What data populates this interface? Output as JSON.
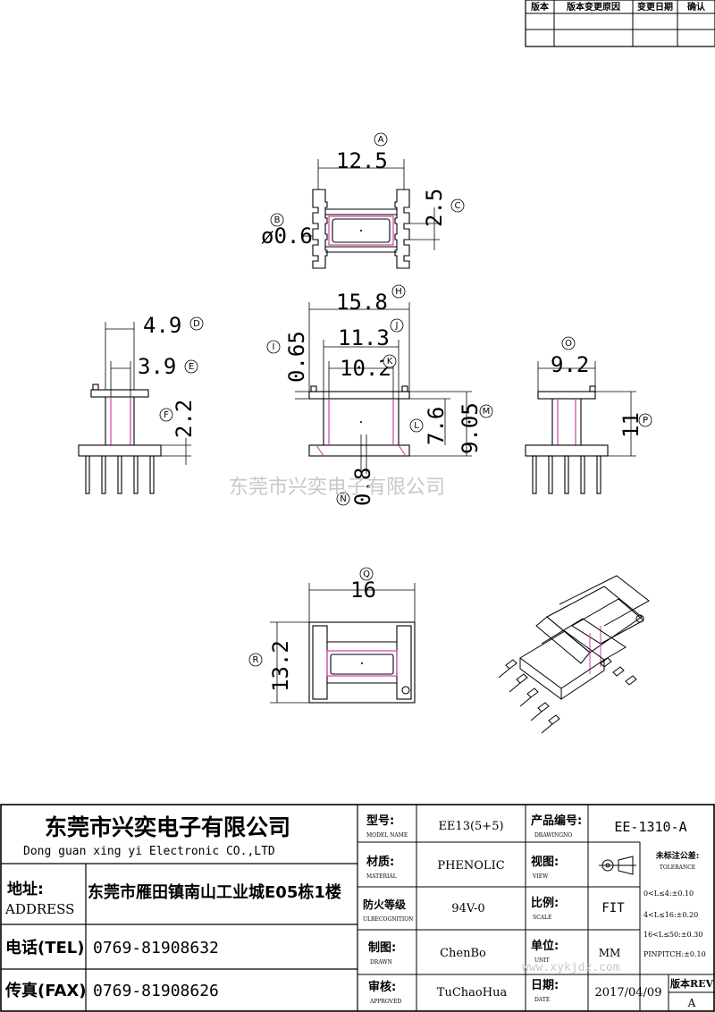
{
  "revision_table": {
    "headers": [
      "版本",
      "版本变更原因",
      "变更日期",
      "确认"
    ]
  },
  "dimensions": {
    "a": "12.5",
    "c": "2.5",
    "b": "ø0.6",
    "h": "15.8",
    "j": "11.3",
    "k": "10.2",
    "i": "0.65",
    "l": "7.6",
    "m": "9.05",
    "n": "0.8",
    "d": "4.9",
    "e": "3.9",
    "f": "2.2",
    "o": "9.2",
    "p": "11",
    "q": "16",
    "r": "13.2"
  },
  "bubbles": {
    "a": "A",
    "b": "B",
    "c": "C",
    "d": "D",
    "e": "E",
    "f": "F",
    "h": "H",
    "i": "I",
    "j": "J",
    "k": "K",
    "l": "L",
    "m": "M",
    "n": "N",
    "o": "O",
    "p": "P",
    "q": "Q",
    "r": "R"
  },
  "watermark": "东莞市兴奕电子有限公司",
  "title_block": {
    "company_cn": "东莞市兴奕电子有限公司",
    "company_en": "Dong guan xing yi Electronic CO.,LTD",
    "address_label_cn": "地址:",
    "address_label_en": "ADDRESS",
    "address_value": "东莞市雁田镇南山工业城E05栋1楼",
    "tel_label": "电话(TEL)",
    "tel_value": "0769-81908632",
    "fax_label": "传真(FAX)",
    "fax_value": "0769-81908626",
    "model_label": "型号:",
    "model_label_en": "MODEL NAME",
    "model_value": "EE13(5+5)",
    "drawing_no_label": "产品编号:",
    "drawing_no_label_en": "DRAWINGNO",
    "drawing_no_value": "EE-1310-A",
    "material_label": "材质:",
    "material_label_en": "MATERIAL",
    "material_value": "PHENOLIC",
    "view_label": "视图:",
    "view_label_en": "VIEW",
    "tolerance_title": "未标注公差:",
    "tolerance_title_en": "TOLERANCE",
    "tolerance_rows": [
      "0<L≤4:±0.10",
      "4<L≤16:±0.20",
      "16<L≤50:±0.30",
      "PINPITCH:±0.10"
    ],
    "flame_label": "防火等级",
    "flame_label_en": "ULRECOGNITION",
    "flame_value": "94V-0",
    "scale_label": "比例:",
    "scale_label_en": "SCALE",
    "scale_value": "FIT",
    "drawn_label": "制图:",
    "drawn_label_en": "DRAWN",
    "drawn_value": "ChenBo",
    "unit_label": "单位:",
    "unit_label_en": "UNIT",
    "unit_value": "MM",
    "approved_label": "审核:",
    "approved_label_en": "APPROVED",
    "approved_value": "TuChaoHua",
    "date_label": "日期:",
    "date_label_en": "DATE",
    "date_value": "2017/04/09",
    "rev_label": "版本REV",
    "rev_value": "A"
  },
  "site_watermark": "www.xykjdz.com"
}
